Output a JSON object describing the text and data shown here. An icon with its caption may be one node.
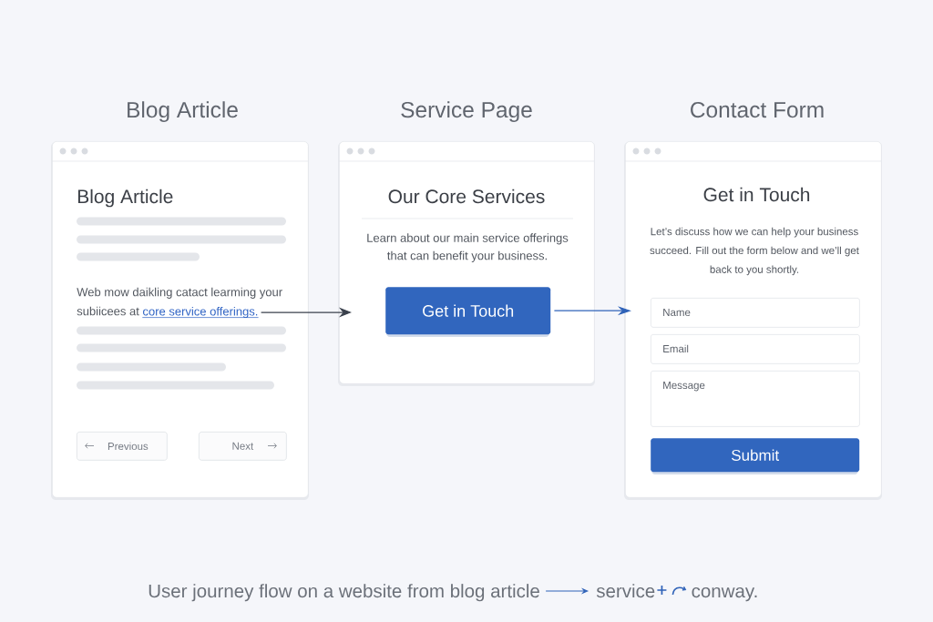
{
  "diagram": {
    "caption": "User journey flow on a website from blog article",
    "nodes": [
      {
        "text": [
          "Blog Article",
          "Blog Article",
          "Web mow daikling catact learming your subiicees at"
        ]
      },
      {
        "text": [
          "core service offerings."
        ],
        "in": 0
      },
      {
        "text": [
          "Previous"
        ],
        "in": 0
      },
      {
        "text": [
          "Next"
        ],
        "in": 0
      },
      {
        "text": [
          "Service Page",
          "Our Core Services",
          "Learn about our main service offerings that can benefit your business."
        ]
      },
      {
        "text": [
          "Get in Touch"
        ],
        "in": 4
      },
      {
        "text": [
          "Contact Form",
          "Get in Touch",
          "Let’s discuss how we can help your business succeed. Fill out the form below and we’ll get back to you shortly."
        ]
      },
      {
        "text": [
          "Name"
        ],
        "in": 6
      },
      {
        "text": [
          "Email"
        ],
        "in": 6
      },
      {
        "text": [
          "Message"
        ],
        "in": 6
      },
      {
        "text": [
          "Submit"
        ],
        "in": 6
      }
    ],
    "edges": [
      {
        "from": 1,
        "to": 4,
        "arrow": "to"
      },
      {
        "from": 5,
        "to": 6,
        "arrow": "to",
        "color": "#2f62b8"
      }
    ],
    "labels": [
      "service",
      "conway."
    ]
  }
}
